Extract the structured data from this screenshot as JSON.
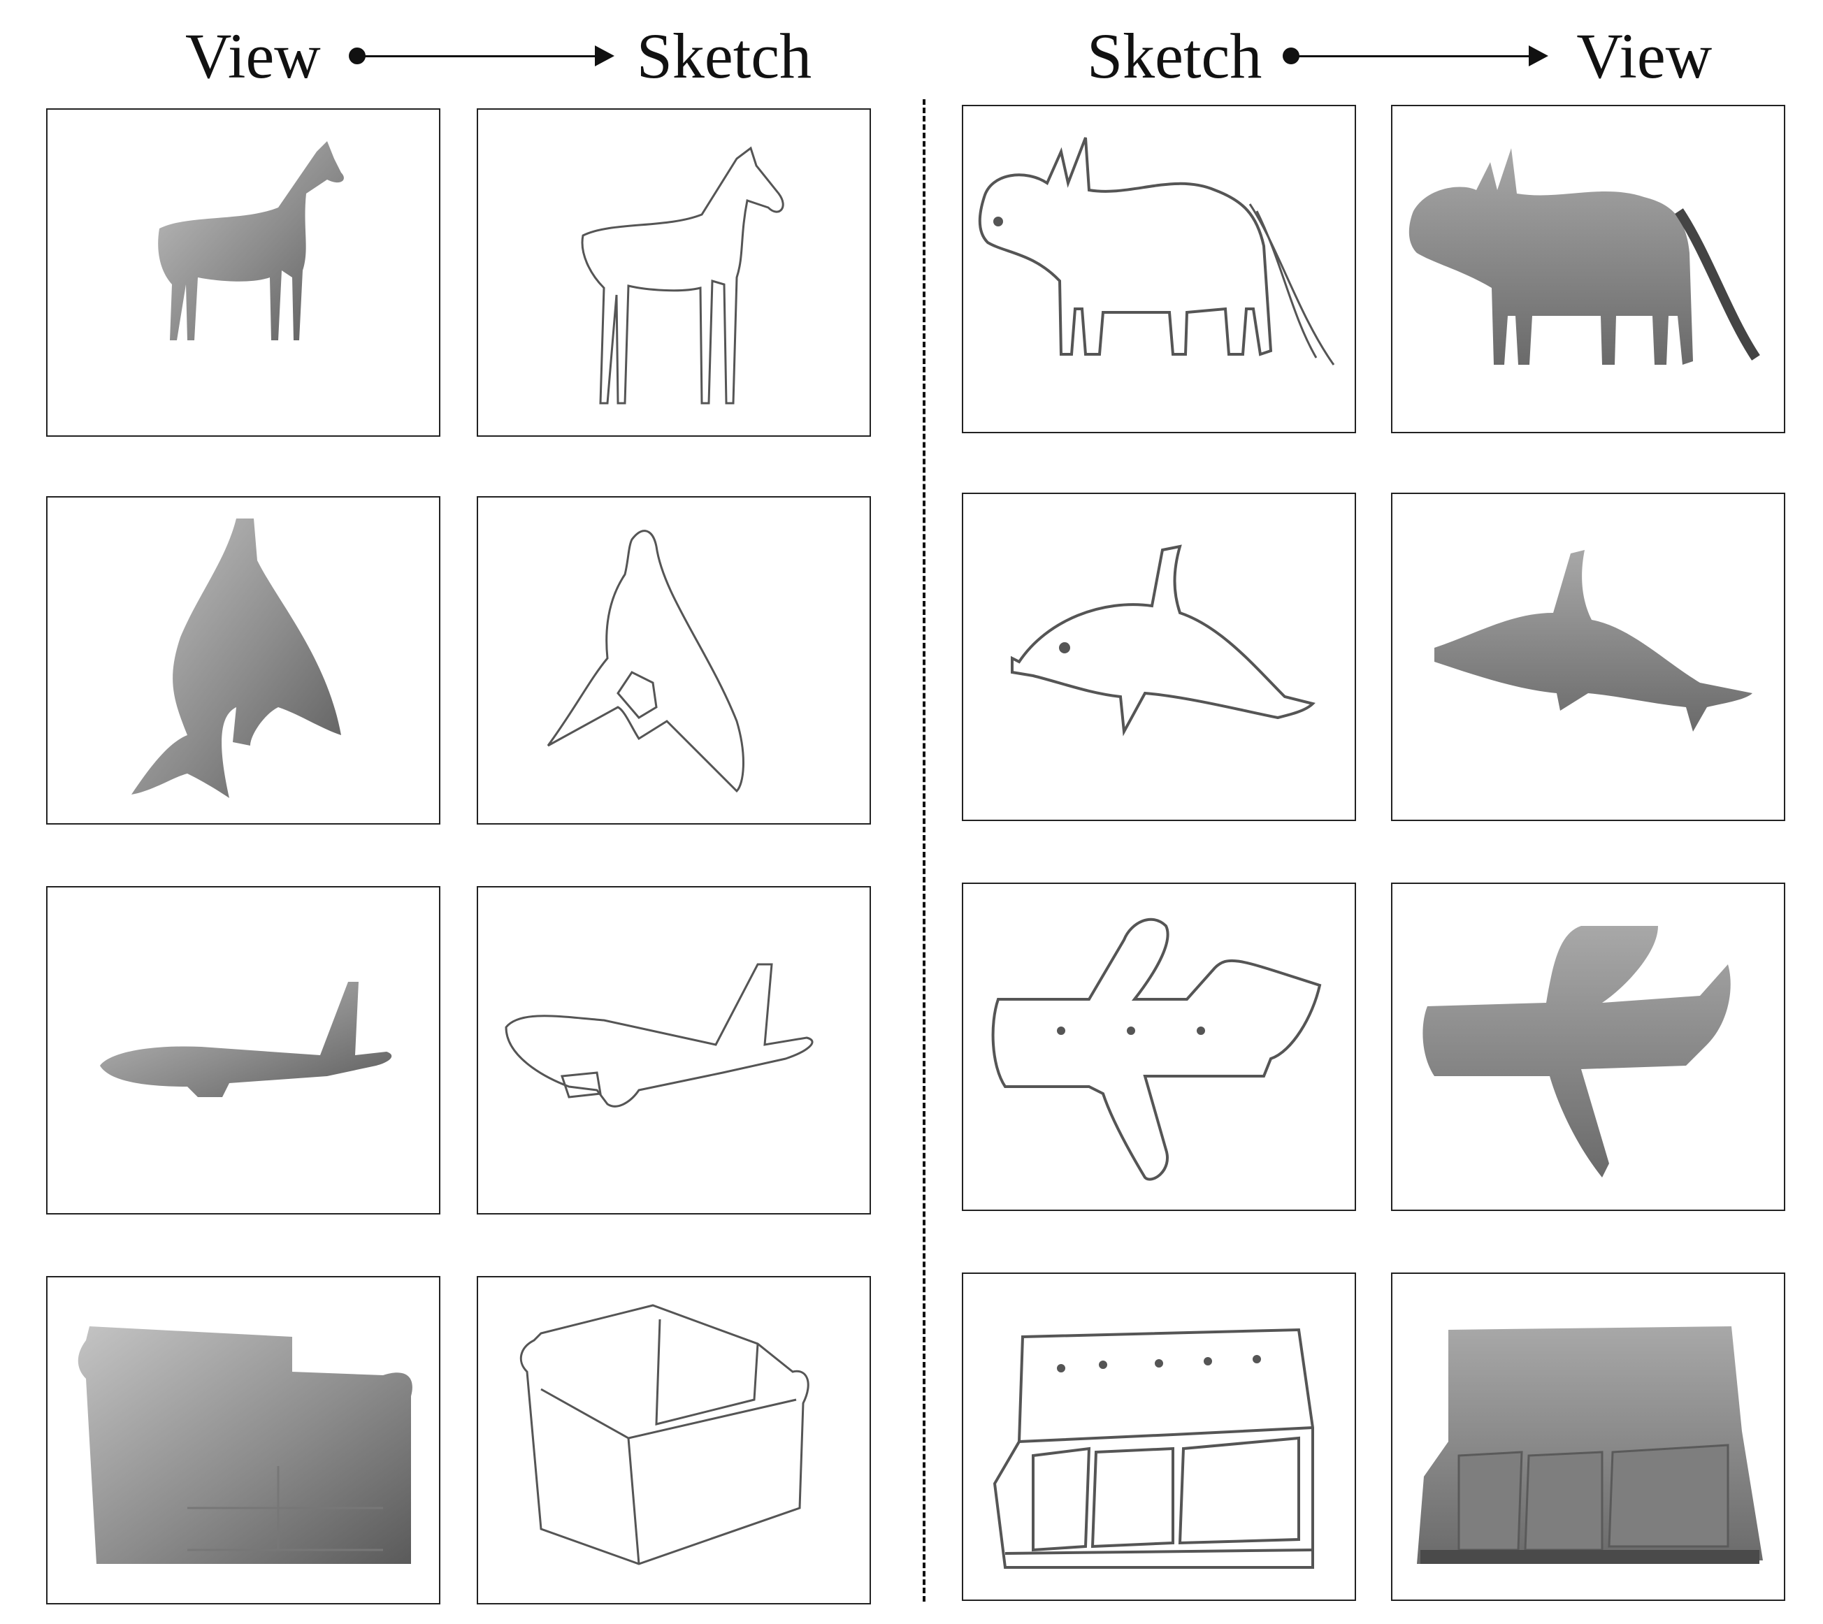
{
  "headers": {
    "left": {
      "from": "View",
      "to": "Sketch"
    },
    "right": {
      "from": "Sketch",
      "to": "View"
    }
  },
  "rows": [
    {
      "subject": "horse"
    },
    {
      "subject": "dolphin"
    },
    {
      "subject": "airplane"
    },
    {
      "subject": "sofa"
    }
  ],
  "colors": {
    "ink": "#111111",
    "render": "#8a8a8a",
    "sketch_line": "#555555"
  }
}
